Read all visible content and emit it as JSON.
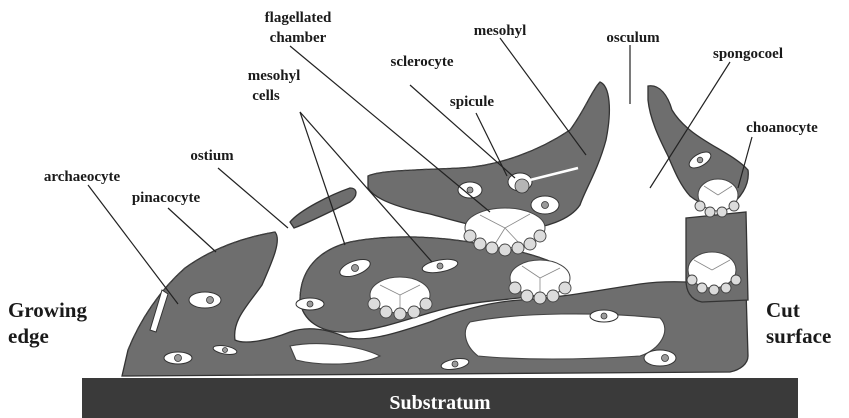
{
  "labels": {
    "flagellated_chamber_1": "flagellated",
    "flagellated_chamber_2": "chamber",
    "mesohyl": "mesohyl",
    "osculum": "osculum",
    "sclerocyte": "sclerocyte",
    "spongocoel": "spongocoel",
    "mesohyl_cells_1": "mesohyl",
    "mesohyl_cells_2": "cells",
    "spicule": "spicule",
    "choanocyte": "choanocyte",
    "ostium": "ostium",
    "archaeocyte": "archaeocyte",
    "pinacocyte": "pinacocyte",
    "growing_edge_1": "Growing",
    "growing_edge_2": "edge",
    "cut_surface_1": "Cut",
    "cut_surface_2": "surface",
    "substratum": "Substratum"
  },
  "colors": {
    "tissue": "#6e6e6e",
    "substratum": "#3a3a3a",
    "background": "#ffffff"
  }
}
